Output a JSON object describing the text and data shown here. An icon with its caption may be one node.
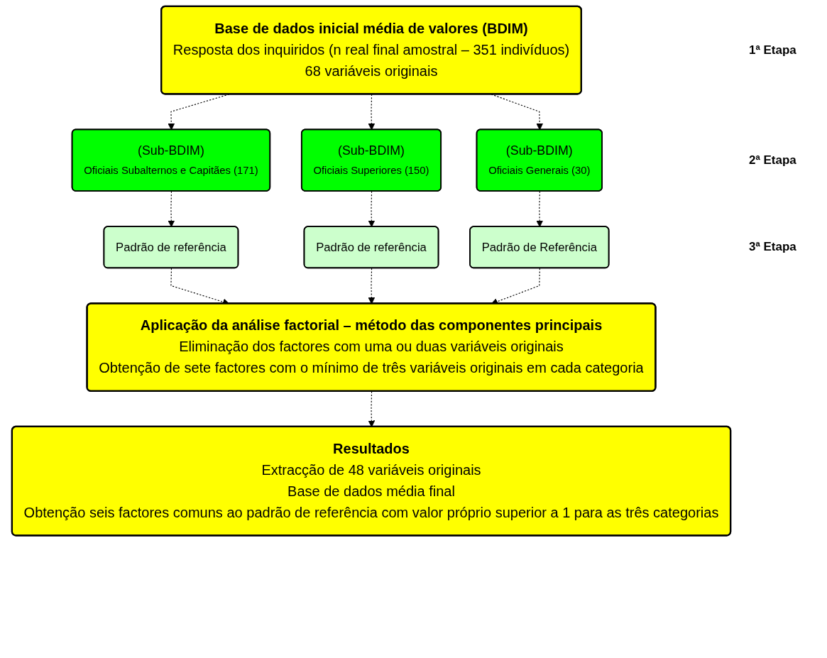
{
  "diagram": {
    "nodes": [
      {
        "text": [
          "Base de dados inicial média de valores (BDIM)",
          "Resposta dos inquiridos (n real final amostral – 351 indivíduos)",
          "68 variáveis originais"
        ]
      },
      {
        "text": [
          "(Sub-BDIM)",
          "Oficiais Subalternos e Capitães (171)"
        ]
      },
      {
        "text": [
          "(Sub-BDIM)",
          "Oficiais Superiores (150)"
        ]
      },
      {
        "text": [
          "(Sub-BDIM)",
          "Oficiais Generais (30)"
        ]
      },
      {
        "text": [
          "Padrão de referência"
        ]
      },
      {
        "text": [
          "Padrão de referência"
        ]
      },
      {
        "text": [
          "Padrão de Referência"
        ]
      },
      {
        "text": [
          "Aplicação da análise factorial – método das componentes principais",
          "Eliminação dos factores com uma ou duas variáveis originais",
          "Obtenção de sete factores com o mínimo de três variáveis originais em cada categoria"
        ]
      },
      {
        "text": [
          "Resultados",
          "Extracção de 48 variáveis originais",
          "Base de dados média final",
          "Obtenção seis factores comuns ao padrão de referência com valor próprio superior a 1 para as três categorias"
        ]
      }
    ],
    "edges": [
      {
        "from": 0,
        "to": 1,
        "arrow": "to",
        "style": "dashed"
      },
      {
        "from": 0,
        "to": 2,
        "arrow": "to",
        "style": "dashed"
      },
      {
        "from": 0,
        "to": 3,
        "arrow": "to",
        "style": "dashed"
      },
      {
        "from": 1,
        "to": 4,
        "arrow": "to",
        "style": "dashed"
      },
      {
        "from": 2,
        "to": 5,
        "arrow": "to",
        "style": "dashed"
      },
      {
        "from": 3,
        "to": 6,
        "arrow": "to",
        "style": "dashed"
      },
      {
        "from": 4,
        "to": 7,
        "arrow": "to",
        "style": "dashed"
      },
      {
        "from": 5,
        "to": 7,
        "arrow": "to",
        "style": "dashed"
      },
      {
        "from": 6,
        "to": 7,
        "arrow": "to",
        "style": "dashed"
      },
      {
        "from": 7,
        "to": 8,
        "arrow": "to",
        "style": "dashed"
      }
    ],
    "labels": [
      "1ª Etapa",
      "2ª Etapa",
      "3ª Etapa"
    ]
  }
}
